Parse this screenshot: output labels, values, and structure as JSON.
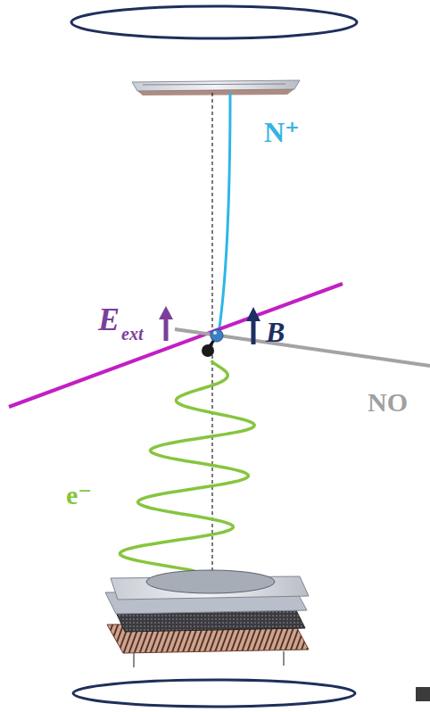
{
  "diagram": {
    "labels": [
      "N⁺",
      "E",
      "ext",
      "B",
      "NO",
      "e⁻"
    ]
  }
}
